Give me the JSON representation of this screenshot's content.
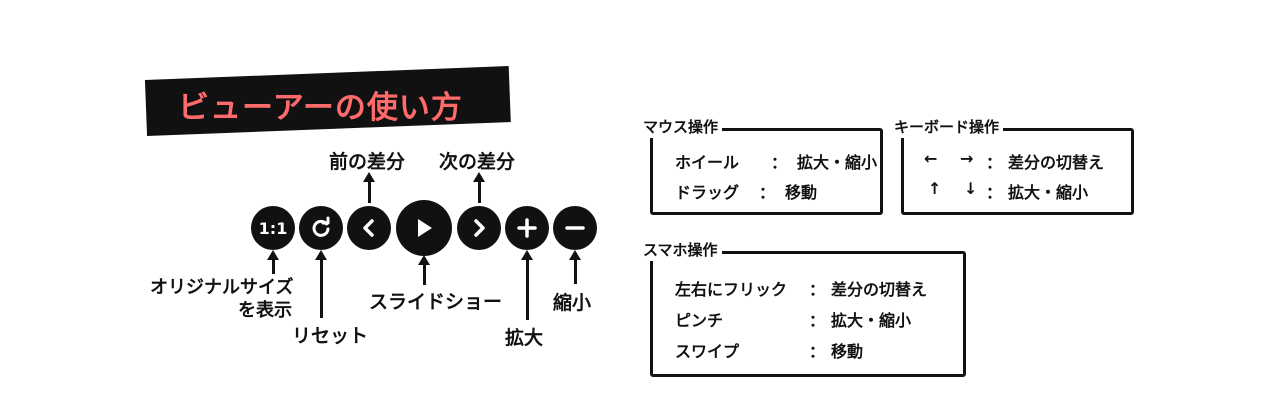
{
  "title": "ビューアーの使い方",
  "viewer_controls": {
    "actual_size_text": "1:1",
    "labels": {
      "prev_diff": "前の差分",
      "next_diff": "次の差分",
      "actual_size_line1": "オリジナルサイズ",
      "actual_size_line2": "を表示",
      "reset": "リセット",
      "slideshow": "スライドショー",
      "zoom_in": "拡大",
      "zoom_out": "縮小"
    }
  },
  "mouse_box": {
    "title": "マウス操作",
    "rows": [
      {
        "key": "ホイール",
        "sep": "：",
        "action": "拡大・縮小"
      },
      {
        "key": "ドラッグ",
        "sep": "：",
        "action": "移動"
      }
    ]
  },
  "keyboard_box": {
    "title": "キーボード操作",
    "rows": [
      {
        "key1": "←",
        "key2": "→",
        "sep": "：",
        "action": "差分の切替え"
      },
      {
        "key1": "↑",
        "key2": "↓",
        "sep": "：",
        "action": "拡大・縮小"
      }
    ]
  },
  "smartphone_box": {
    "title": "スマホ操作",
    "rows": [
      {
        "key": "左右にフリック",
        "sep": "：",
        "action": "差分の切替え"
      },
      {
        "key": "ピンチ",
        "sep": "：",
        "action": "拡大・縮小"
      },
      {
        "key": "スワイプ",
        "sep": "：",
        "action": "移動"
      }
    ]
  },
  "colors": {
    "title_fill": "#ff6b6b",
    "ink": "#111111",
    "background": "#ffffff"
  },
  "icons": [
    "actual-size-icon",
    "reset-icon",
    "chevron-left-icon",
    "play-icon",
    "chevron-right-icon",
    "plus-icon",
    "minus-icon"
  ]
}
